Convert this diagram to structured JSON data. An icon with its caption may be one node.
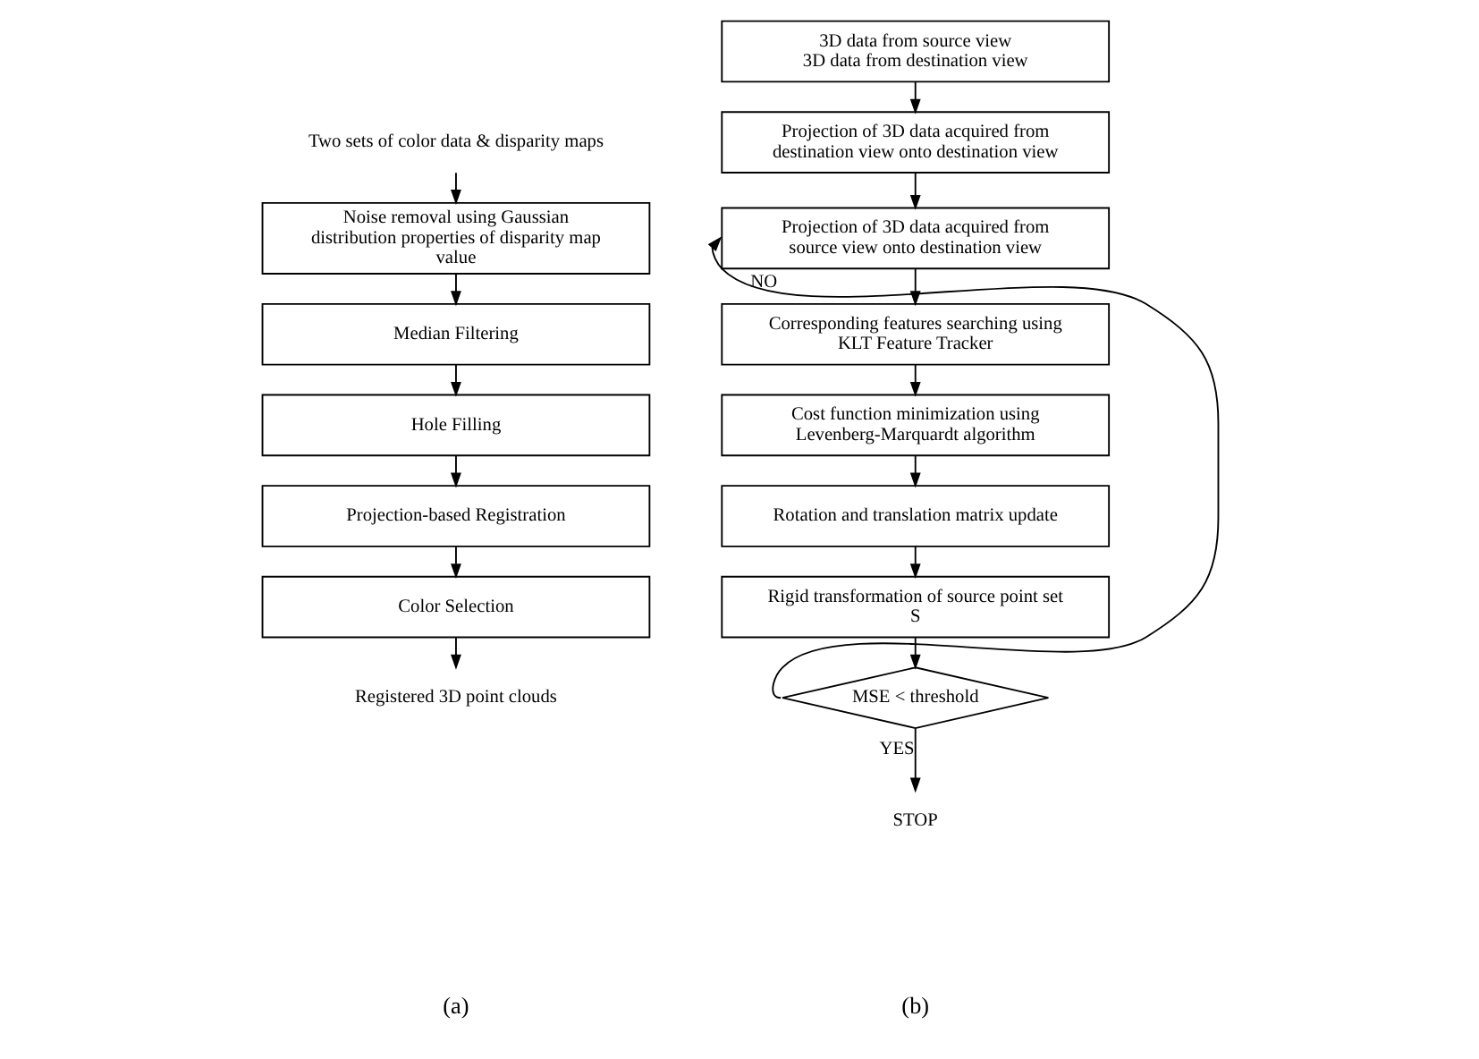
{
  "diagram": {
    "nodes": [
      {
        "text": [
          "Two sets of color data & disparity maps"
        ]
      },
      {
        "text": [
          "Noise removal using Gaussian distribution properties of disparity map value"
        ]
      },
      {
        "text": [
          "Median Filtering"
        ]
      },
      {
        "text": [
          "Hole Filling"
        ]
      },
      {
        "text": [
          "Projection-based Registration"
        ]
      },
      {
        "text": [
          "Color Selection"
        ]
      },
      {
        "text": [
          "Registered 3D point clouds"
        ]
      },
      {
        "text": [
          "3D data from source view",
          "3D data from destination view"
        ]
      },
      {
        "text": [
          "Projection of 3D data acquired from destination view onto destination view"
        ]
      },
      {
        "text": [
          "Projection of 3D data acquired from source view onto destination view"
        ]
      },
      {
        "text": [
          "Corresponding features searching using KLT Feature Tracker"
        ]
      },
      {
        "text": [
          "Cost function minimization using Levenberg-Marquardt algorithm"
        ]
      },
      {
        "text": [
          "Rotation and translation matrix update"
        ]
      },
      {
        "text": [
          "Rigid transformation of source point set S"
        ]
      },
      {
        "text": [
          "MSE < threshold"
        ]
      },
      {
        "text": [
          "STOP"
        ]
      }
    ],
    "edges": [
      {
        "from": 0,
        "to": 1,
        "arrow": "to"
      },
      {
        "from": 1,
        "to": 2,
        "arrow": "to"
      },
      {
        "from": 2,
        "to": 3,
        "arrow": "to"
      },
      {
        "from": 3,
        "to": 4,
        "arrow": "to"
      },
      {
        "from": 4,
        "to": 5,
        "arrow": "to"
      },
      {
        "from": 5,
        "to": 6,
        "arrow": "to"
      },
      {
        "from": 7,
        "to": 8,
        "arrow": "to"
      },
      {
        "from": 8,
        "to": 9,
        "arrow": "to"
      },
      {
        "from": 9,
        "to": 10,
        "arrow": "to"
      },
      {
        "from": 10,
        "to": 11,
        "arrow": "to"
      },
      {
        "from": 11,
        "to": 12,
        "arrow": "to"
      },
      {
        "from": 12,
        "to": 13,
        "arrow": "to"
      },
      {
        "from": 13,
        "to": 14,
        "arrow": "to"
      },
      {
        "from": 14,
        "to": 9,
        "arrow": "to",
        "label": "NO"
      },
      {
        "from": 14,
        "to": 15,
        "arrow": "to",
        "label": "YES"
      }
    ],
    "labels": [
      "(a)",
      "(b)"
    ]
  }
}
